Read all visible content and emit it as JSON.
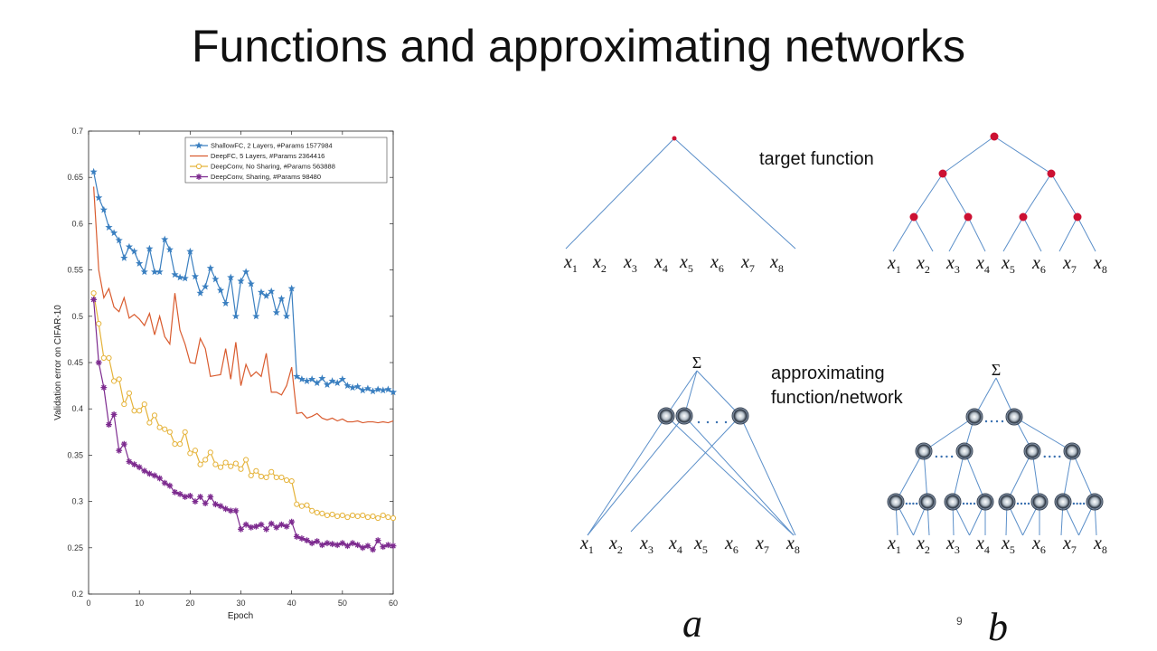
{
  "slide": {
    "title": "Functions and approximating networks",
    "page_number": "9"
  },
  "chart_data": {
    "type": "line",
    "xlabel": "Epoch",
    "ylabel": "Validation error on CIFAR-10",
    "xlim": [
      0,
      60
    ],
    "ylim": [
      0.2,
      0.7
    ],
    "xticks": [
      0,
      10,
      20,
      30,
      40,
      50,
      60
    ],
    "yticks": [
      0.2,
      0.25,
      0.3,
      0.35,
      0.4,
      0.45,
      0.5,
      0.55,
      0.6,
      0.65,
      0.7
    ],
    "legend_position": "top-right",
    "grid": false,
    "x": [
      1,
      2,
      3,
      4,
      5,
      6,
      7,
      8,
      9,
      10,
      11,
      12,
      13,
      14,
      15,
      16,
      17,
      18,
      19,
      20,
      21,
      22,
      23,
      24,
      25,
      26,
      27,
      28,
      29,
      30,
      31,
      32,
      33,
      34,
      35,
      36,
      37,
      38,
      39,
      40,
      41,
      42,
      43,
      44,
      45,
      46,
      47,
      48,
      49,
      50,
      51,
      52,
      53,
      54,
      55,
      56,
      57,
      58,
      59,
      60
    ],
    "series": [
      {
        "name": "ShallowFC, 2 Layers, #Params 1577984",
        "color": "#3a7fc0",
        "marker": "star",
        "values": [
          0.656,
          0.628,
          0.615,
          0.596,
          0.59,
          0.582,
          0.563,
          0.575,
          0.57,
          0.557,
          0.548,
          0.573,
          0.548,
          0.548,
          0.583,
          0.572,
          0.545,
          0.542,
          0.541,
          0.57,
          0.543,
          0.525,
          0.532,
          0.552,
          0.54,
          0.528,
          0.514,
          0.542,
          0.5,
          0.538,
          0.548,
          0.535,
          0.5,
          0.526,
          0.522,
          0.527,
          0.504,
          0.519,
          0.5,
          0.53,
          0.435,
          0.432,
          0.43,
          0.432,
          0.428,
          0.433,
          0.426,
          0.43,
          0.428,
          0.432,
          0.425,
          0.423,
          0.424,
          0.42,
          0.422,
          0.419,
          0.421,
          0.42,
          0.421,
          0.418
        ]
      },
      {
        "name": "DeepFC, 5 Layers, #Params 2364416",
        "color": "#d95b2e",
        "marker": "none",
        "values": [
          0.64,
          0.55,
          0.52,
          0.53,
          0.51,
          0.505,
          0.52,
          0.498,
          0.502,
          0.497,
          0.49,
          0.503,
          0.48,
          0.5,
          0.478,
          0.47,
          0.525,
          0.485,
          0.47,
          0.45,
          0.449,
          0.476,
          0.465,
          0.435,
          0.436,
          0.437,
          0.465,
          0.432,
          0.472,
          0.425,
          0.448,
          0.435,
          0.44,
          0.435,
          0.46,
          0.418,
          0.418,
          0.415,
          0.425,
          0.445,
          0.395,
          0.396,
          0.39,
          0.392,
          0.395,
          0.39,
          0.388,
          0.39,
          0.387,
          0.389,
          0.386,
          0.386,
          0.387,
          0.385,
          0.386,
          0.386,
          0.385,
          0.386,
          0.385,
          0.387
        ]
      },
      {
        "name": "DeepConv, No Sharing, #Params 563888",
        "color": "#e5b33a",
        "marker": "circle",
        "values": [
          0.525,
          0.492,
          0.455,
          0.455,
          0.43,
          0.432,
          0.405,
          0.417,
          0.398,
          0.398,
          0.405,
          0.385,
          0.393,
          0.38,
          0.378,
          0.375,
          0.362,
          0.362,
          0.375,
          0.352,
          0.355,
          0.34,
          0.345,
          0.353,
          0.34,
          0.337,
          0.342,
          0.338,
          0.341,
          0.335,
          0.345,
          0.328,
          0.333,
          0.327,
          0.326,
          0.332,
          0.326,
          0.326,
          0.323,
          0.322,
          0.297,
          0.295,
          0.296,
          0.29,
          0.288,
          0.287,
          0.285,
          0.286,
          0.284,
          0.285,
          0.283,
          0.285,
          0.284,
          0.285,
          0.283,
          0.284,
          0.282,
          0.285,
          0.283,
          0.282
        ]
      },
      {
        "name": "DeepConv, Sharing, #Params 98480",
        "color": "#7d2b8f",
        "marker": "asterisk",
        "values": [
          0.518,
          0.45,
          0.423,
          0.383,
          0.394,
          0.355,
          0.362,
          0.343,
          0.34,
          0.337,
          0.333,
          0.33,
          0.328,
          0.325,
          0.32,
          0.317,
          0.31,
          0.308,
          0.305,
          0.306,
          0.3,
          0.305,
          0.298,
          0.305,
          0.297,
          0.295,
          0.292,
          0.29,
          0.29,
          0.27,
          0.275,
          0.272,
          0.273,
          0.275,
          0.27,
          0.276,
          0.272,
          0.275,
          0.273,
          0.278,
          0.262,
          0.26,
          0.258,
          0.255,
          0.257,
          0.253,
          0.255,
          0.254,
          0.253,
          0.255,
          0.252,
          0.255,
          0.253,
          0.25,
          0.252,
          0.248,
          0.258,
          0.251,
          0.253,
          0.252
        ]
      }
    ]
  },
  "diagram": {
    "variables": [
      "1",
      "2",
      "3",
      "4",
      "5",
      "6",
      "7",
      "8"
    ],
    "var_symbol": "x",
    "target_label": "target function",
    "approx_label_line1": "approximating",
    "approx_label_line2": "function/network",
    "sum_symbol": "Σ",
    "panel_a": "a",
    "panel_b": "b",
    "colors": {
      "edge": "#5b8fc9",
      "target_node": "#cc1133"
    }
  }
}
